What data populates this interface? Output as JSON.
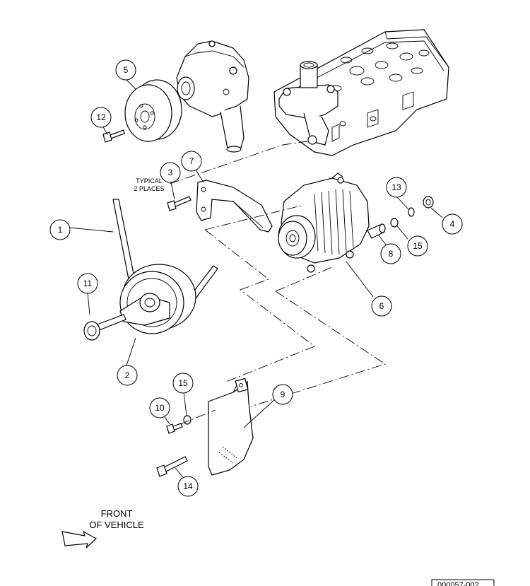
{
  "callouts": [
    {
      "id": "1",
      "label": "1"
    },
    {
      "id": "2",
      "label": "2"
    },
    {
      "id": "3",
      "label": "3"
    },
    {
      "id": "4",
      "label": "4"
    },
    {
      "id": "5",
      "label": "5"
    },
    {
      "id": "6",
      "label": "6"
    },
    {
      "id": "7",
      "label": "7"
    },
    {
      "id": "8",
      "label": "8"
    },
    {
      "id": "9",
      "label": "9"
    },
    {
      "id": "10",
      "label": "10"
    },
    {
      "id": "11",
      "label": "11"
    },
    {
      "id": "12",
      "label": "12"
    },
    {
      "id": "13",
      "label": "13"
    },
    {
      "id": "14",
      "label": "14"
    },
    {
      "id": "15a",
      "label": "15"
    },
    {
      "id": "15b",
      "label": "15"
    }
  ],
  "notes": {
    "typical_line1": "TYPICAL",
    "typical_line2": "2 PLACES"
  },
  "front": {
    "line1": "FRONT",
    "line2": "OF VEHICLE"
  },
  "drawing_ref": "000057-002"
}
